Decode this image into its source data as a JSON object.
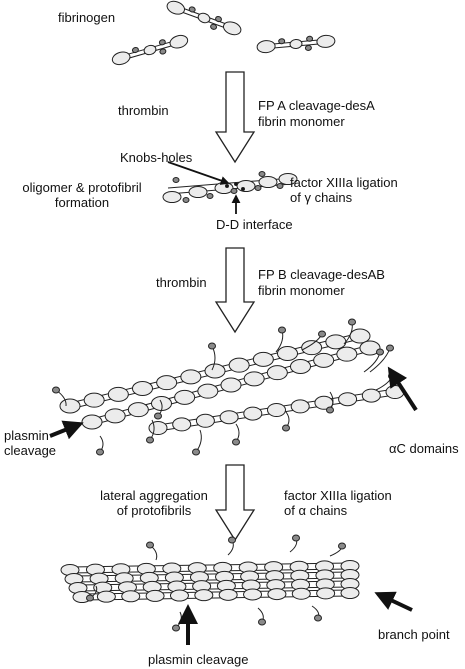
{
  "labels": {
    "fibrinogen": "fibrinogen",
    "thrombin_1": "thrombin",
    "fpa_line1": "FP A cleavage-desA",
    "fpa_line2": "fibrin monomer",
    "knobs_holes": "Knobs-holes",
    "oligomer_line1": "oligomer & protofibril",
    "oligomer_line2": "formation",
    "f13_gamma_line1": "factor XIIIa ligation",
    "f13_gamma_line2": "of γ chains",
    "dd_interface": "D-D interface",
    "thrombin_2": "thrombin",
    "fpb_line1": "FP B cleavage-desAB",
    "fpb_line2": "fibrin monomer",
    "plasmin_line1": "plasmin",
    "plasmin_line2": "cleavage",
    "ac_domains": "αC domains",
    "lateral_line1": "lateral aggregation",
    "lateral_line2": "of protofibrils",
    "f13_alpha_line1": "factor XIIIa ligation",
    "f13_alpha_line2": "of α chains",
    "branch_point": "branch point",
    "plasmin_bottom": "plasmin cleavage"
  },
  "colors": {
    "stroke": "#222222",
    "nodule_fill": "#ececec",
    "ac_fill": "#8a8a8a",
    "arrow_fill": "#ffffff"
  }
}
